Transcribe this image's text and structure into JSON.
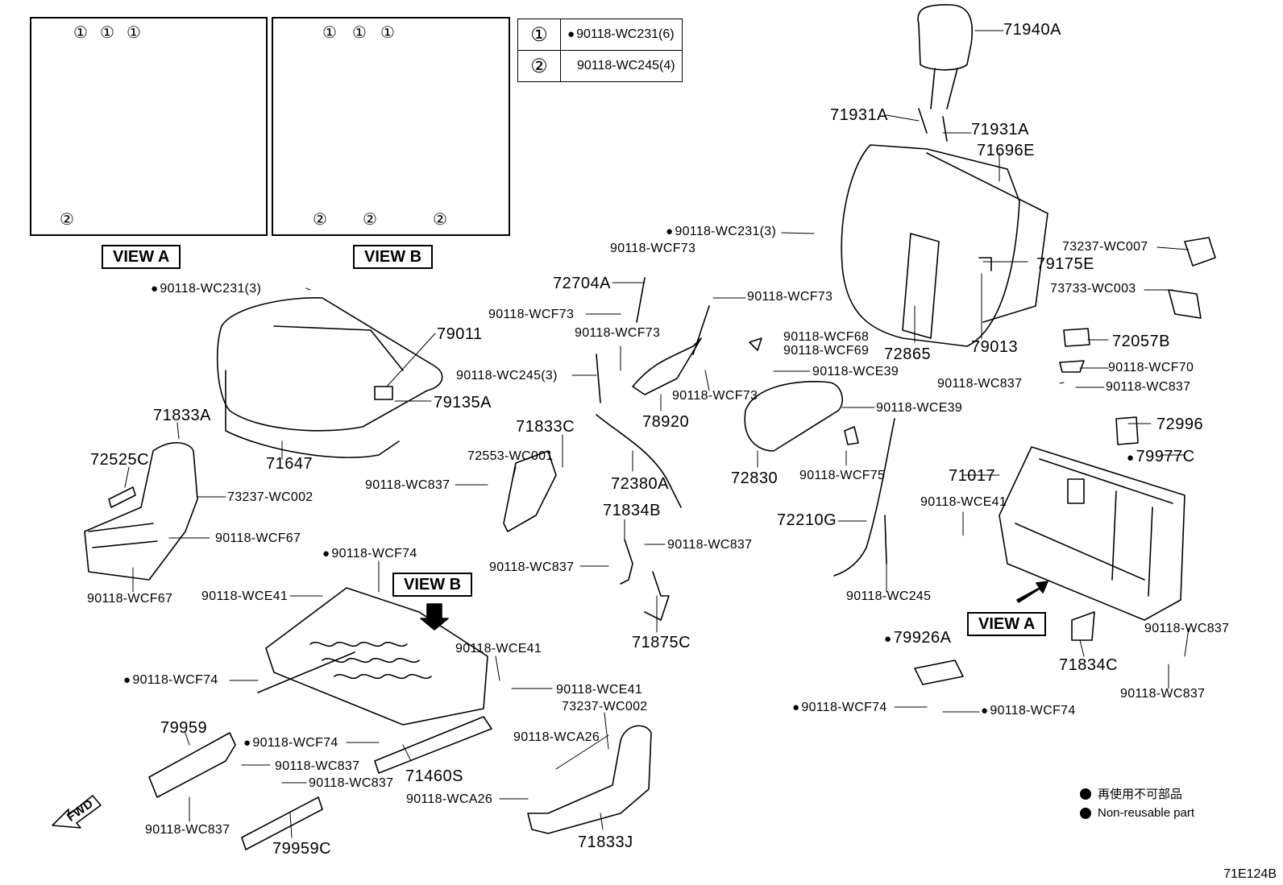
{
  "legend": {
    "rows": [
      {
        "symbol": "①",
        "part": "90118-WC231(6)",
        "non_reusable": true
      },
      {
        "symbol": "②",
        "part": "90118-WC245(4)",
        "non_reusable": false
      }
    ]
  },
  "view_labels": {
    "view_a_top": "VIEW A",
    "view_b_top": "VIEW B",
    "view_b_mid": "VIEW B",
    "view_a_right": "VIEW A"
  },
  "view_a_callouts": [
    "①",
    "①",
    "①",
    "②"
  ],
  "view_b_callouts": [
    "①",
    "①",
    "①",
    "②",
    "②",
    "②"
  ],
  "fwd_label": "FWD",
  "notes": {
    "jp": "再使用不可部品",
    "en": "Non-reusable part"
  },
  "diagram_code": "71E124B",
  "labels": [
    {
      "id": "71940A",
      "text": "71940A",
      "big": true,
      "dot": false
    },
    {
      "id": "71931A-1",
      "text": "71931A",
      "big": true,
      "dot": false
    },
    {
      "id": "71931A-2",
      "text": "71931A",
      "big": true,
      "dot": false
    },
    {
      "id": "71696E",
      "text": "71696E",
      "big": true,
      "dot": false
    },
    {
      "id": "wc231-3-top",
      "text": "90118-WC231(3)",
      "big": false,
      "dot": true
    },
    {
      "id": "wcf73-a",
      "text": "90118-WCF73",
      "big": false,
      "dot": false
    },
    {
      "id": "73237-wc007",
      "text": "73237-WC007",
      "big": false,
      "dot": false
    },
    {
      "id": "79175E",
      "text": "79175E",
      "big": true,
      "dot": false
    },
    {
      "id": "72704A",
      "text": "72704A",
      "big": true,
      "dot": false
    },
    {
      "id": "73733-wc003",
      "text": "73733-WC003",
      "big": false,
      "dot": false
    },
    {
      "id": "wc231-3-left",
      "text": "90118-WC231(3)",
      "big": false,
      "dot": true
    },
    {
      "id": "wcf73-b",
      "text": "90118-WCF73",
      "big": false,
      "dot": false
    },
    {
      "id": "wcf73-c",
      "text": "90118-WCF73",
      "big": false,
      "dot": false
    },
    {
      "id": "79011",
      "text": "79011",
      "big": true,
      "dot": false
    },
    {
      "id": "wcf73-d",
      "text": "90118-WCF73",
      "big": false,
      "dot": false
    },
    {
      "id": "wcf68",
      "text": "90118-WCF68",
      "big": false,
      "dot": false
    },
    {
      "id": "wcf69",
      "text": "90118-WCF69",
      "big": false,
      "dot": false
    },
    {
      "id": "72865",
      "text": "72865",
      "big": true,
      "dot": false
    },
    {
      "id": "79013",
      "text": "79013",
      "big": true,
      "dot": false
    },
    {
      "id": "72057B",
      "text": "72057B",
      "big": true,
      "dot": false
    },
    {
      "id": "wc245-3",
      "text": "90118-WC245(3)",
      "big": false,
      "dot": false
    },
    {
      "id": "wce39-a",
      "text": "90118-WCE39",
      "big": false,
      "dot": false
    },
    {
      "id": "wcf70",
      "text": "90118-WCF70",
      "big": false,
      "dot": false
    },
    {
      "id": "wc837-r1",
      "text": "90118-WC837",
      "big": false,
      "dot": false
    },
    {
      "id": "wc837-r2",
      "text": "90118-WC837",
      "big": false,
      "dot": false
    },
    {
      "id": "79135A",
      "text": "79135A",
      "big": true,
      "dot": false
    },
    {
      "id": "wcf73-e",
      "text": "90118-WCF73",
      "big": false,
      "dot": false
    },
    {
      "id": "71833A",
      "text": "71833A",
      "big": true,
      "dot": false
    },
    {
      "id": "78920",
      "text": "78920",
      "big": true,
      "dot": false
    },
    {
      "id": "wce39-b",
      "text": "90118-WCE39",
      "big": false,
      "dot": false
    },
    {
      "id": "72996",
      "text": "72996",
      "big": true,
      "dot": false
    },
    {
      "id": "71833C",
      "text": "71833C",
      "big": true,
      "dot": false
    },
    {
      "id": "72525C",
      "text": "72525C",
      "big": true,
      "dot": false
    },
    {
      "id": "72553",
      "text": "72553-WC001",
      "big": false,
      "dot": false
    },
    {
      "id": "79977C",
      "text": "79977C",
      "big": true,
      "dot": true
    },
    {
      "id": "71647",
      "text": "71647",
      "big": true,
      "dot": false
    },
    {
      "id": "71017",
      "text": "71017",
      "big": true,
      "dot": false
    },
    {
      "id": "72830",
      "text": "72830",
      "big": true,
      "dot": false
    },
    {
      "id": "wcf75",
      "text": "90118-WCF75",
      "big": false,
      "dot": false
    },
    {
      "id": "wc837-a",
      "text": "90118-WC837",
      "big": false,
      "dot": false
    },
    {
      "id": "72380A",
      "text": "72380A",
      "big": true,
      "dot": false
    },
    {
      "id": "73237-wc002-a",
      "text": "73237-WC002",
      "big": false,
      "dot": false
    },
    {
      "id": "wce41-r",
      "text": "90118-WCE41",
      "big": false,
      "dot": false
    },
    {
      "id": "71834B",
      "text": "71834B",
      "big": true,
      "dot": false
    },
    {
      "id": "72210G",
      "text": "72210G",
      "big": true,
      "dot": false
    },
    {
      "id": "wcf67-a",
      "text": "90118-WCF67",
      "big": false,
      "dot": false
    },
    {
      "id": "wc837-b",
      "text": "90118-WC837",
      "big": false,
      "dot": false
    },
    {
      "id": "wcf74-a",
      "text": "90118-WCF74",
      "big": false,
      "dot": true
    },
    {
      "id": "wc837-c",
      "text": "90118-WC837",
      "big": false,
      "dot": false
    },
    {
      "id": "wc245",
      "text": "90118-WC245",
      "big": false,
      "dot": false
    },
    {
      "id": "wcf67-b",
      "text": "90118-WCF67",
      "big": false,
      "dot": false
    },
    {
      "id": "wce41-a",
      "text": "90118-WCE41",
      "big": false,
      "dot": false
    },
    {
      "id": "71875C",
      "text": "71875C",
      "big": true,
      "dot": false
    },
    {
      "id": "wc837-d",
      "text": "90118-WC837",
      "big": false,
      "dot": false
    },
    {
      "id": "79926A",
      "text": "79926A",
      "big": true,
      "dot": true
    },
    {
      "id": "wce41-b",
      "text": "90118-WCE41",
      "big": false,
      "dot": false
    },
    {
      "id": "71834C",
      "text": "71834C",
      "big": true,
      "dot": false
    },
    {
      "id": "wcf74-b",
      "text": "90118-WCF74",
      "big": false,
      "dot": true
    },
    {
      "id": "wce41-c",
      "text": "90118-WCE41",
      "big": false,
      "dot": false
    },
    {
      "id": "wc837-e",
      "text": "90118-WC837",
      "big": false,
      "dot": false
    },
    {
      "id": "73237-wc002-b",
      "text": "73237-WC002",
      "big": false,
      "dot": false
    },
    {
      "id": "wcf74-c",
      "text": "90118-WCF74",
      "big": false,
      "dot": true
    },
    {
      "id": "wcf74-d",
      "text": "90118-WCF74",
      "big": false,
      "dot": true
    },
    {
      "id": "79959",
      "text": "79959",
      "big": true,
      "dot": false
    },
    {
      "id": "wca26-a",
      "text": "90118-WCA26",
      "big": false,
      "dot": false
    },
    {
      "id": "wcf74-e",
      "text": "90118-WCF74",
      "big": false,
      "dot": true
    },
    {
      "id": "wc837-f",
      "text": "90118-WC837",
      "big": false,
      "dot": false
    },
    {
      "id": "71460S",
      "text": "71460S",
      "big": true,
      "dot": false
    },
    {
      "id": "wc837-g",
      "text": "90118-WC837",
      "big": false,
      "dot": false
    },
    {
      "id": "wca26-b",
      "text": "90118-WCA26",
      "big": false,
      "dot": false
    },
    {
      "id": "wc837-h",
      "text": "90118-WC837",
      "big": false,
      "dot": false
    },
    {
      "id": "79959C",
      "text": "79959C",
      "big": true,
      "dot": false
    },
    {
      "id": "71833J",
      "text": "71833J",
      "big": true,
      "dot": false
    }
  ]
}
